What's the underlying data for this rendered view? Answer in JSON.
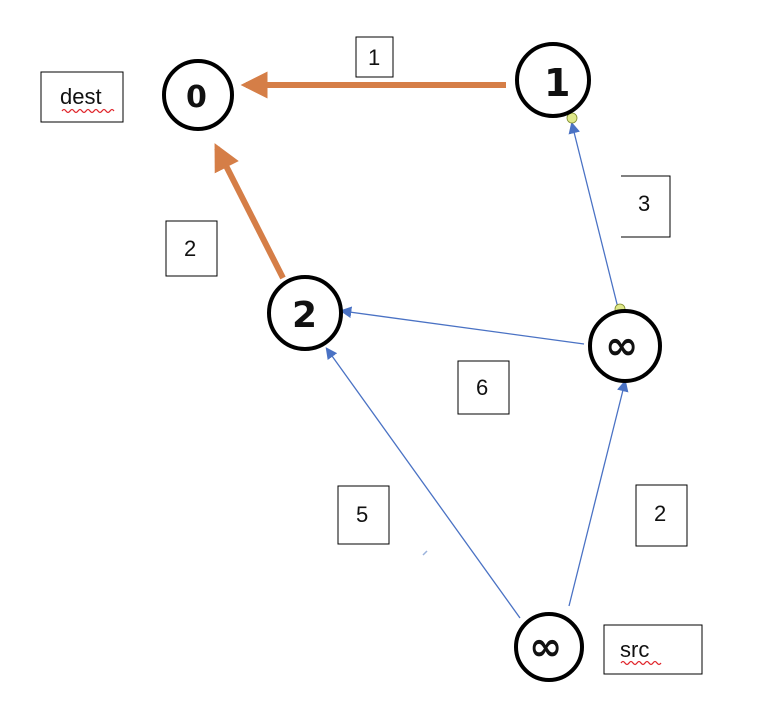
{
  "colors": {
    "highlight_edge": "#d57e47",
    "normal_edge": "#4a72c4",
    "node_border": "#000000",
    "node_fill": "#ffffff",
    "marker_dot": "#dfe88a",
    "spellcheck_underline": "#e0242a"
  },
  "nodes": {
    "dest": {
      "value": "0"
    },
    "top_right": {
      "value": "1"
    },
    "middle_left": {
      "value": "2"
    },
    "middle_right": {
      "value": "∞"
    },
    "src": {
      "value": "∞"
    }
  },
  "labels": {
    "dest_label": "dest",
    "src_label": "src"
  },
  "edge_weights": {
    "top_right_to_dest": "1",
    "middle_left_to_dest": "2",
    "middle_right_to_top_right": "3",
    "middle_right_to_middle_left": "6",
    "src_to_middle_left": "5",
    "src_to_middle_right": "2"
  }
}
